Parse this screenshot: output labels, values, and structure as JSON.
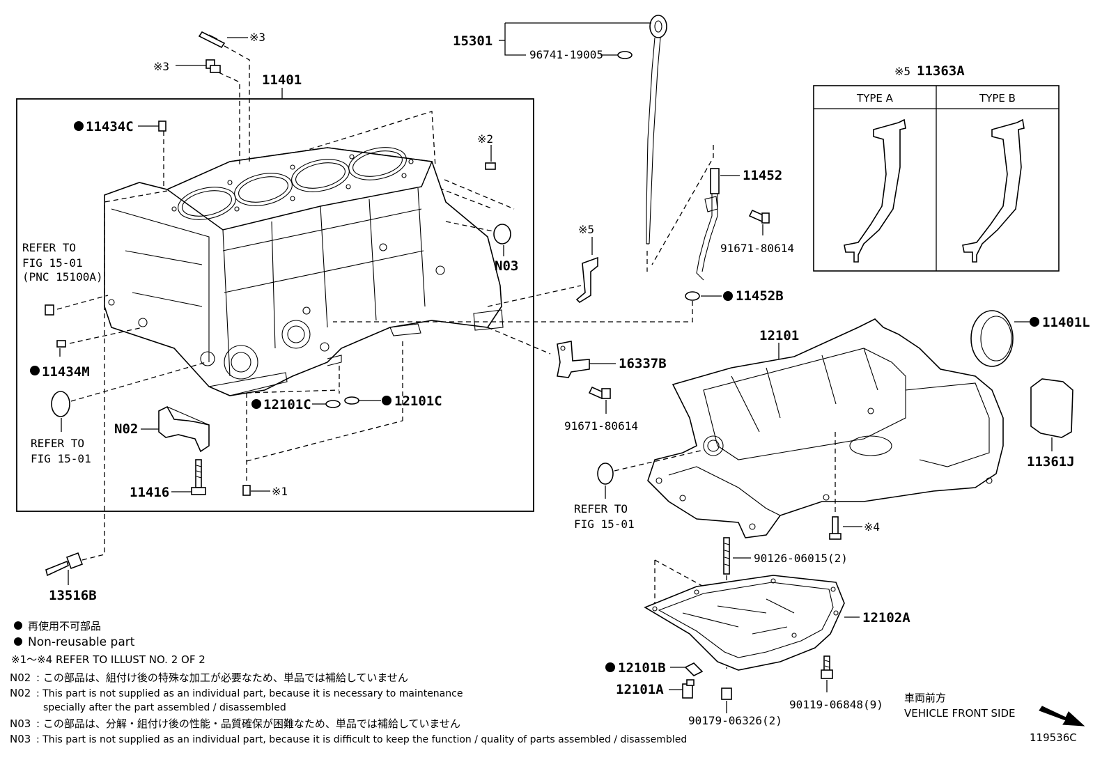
{
  "illustration_id": "119536C",
  "main_assembly": {
    "number": "11401"
  },
  "parts": {
    "p11434c": "11434C",
    "p11434m": "11434M",
    "n03": "N03",
    "n02": "N02",
    "p11416": "11416",
    "p12101c_a": "12101C",
    "p12101c_b": "12101C",
    "p13516b": "13516B",
    "p15301": "15301",
    "p96741": "96741-19005",
    "p11452": "11452",
    "p91671_a": "91671-80614",
    "p11452b": "11452B",
    "p16337b": "16337B",
    "p91671_b": "91671-80614",
    "p11363a": "11363A",
    "p11401l": "11401L",
    "p12101": "12101",
    "p11361j": "11361J",
    "p90126": "90126-06015(2)",
    "p12102a": "12102A",
    "p12101b": "12101B",
    "p12101a": "12101A",
    "p90179": "90179-06326(2)",
    "p90119": "90119-06848(9)"
  },
  "marks": {
    "m1": "※1",
    "m2": "※2",
    "m3a": "※3",
    "m3b": "※3",
    "m4": "※4",
    "m5": "※5",
    "m5b": "※5"
  },
  "references": {
    "ref_a_line1": "REFER TO",
    "ref_a_line2": "FIG 15-01",
    "ref_a_line3": "(PNC 15100A)",
    "ref_b_line1": "REFER TO",
    "ref_b_line2": "FIG 15-01",
    "ref_c_line1": "REFER TO",
    "ref_c_line2": "FIG 15-01"
  },
  "type_box": {
    "type_a": "TYPE A",
    "type_b": "TYPE B"
  },
  "direction": {
    "jp": "車両前方",
    "en": "VEHICLE FRONT SIDE"
  },
  "legend": {
    "nonreusable_jp": "再使用不可部品",
    "nonreusable_en": "Non-reusable part",
    "refer_illust": "※1～※4  REFER TO ILLUST NO. 2 OF 2",
    "n02_label_1": "N02",
    "n02_jp": ": この部品は、組付け後の特殊な加工が必要なため、単品では補給していません",
    "n02_label_2": "N02",
    "n02_en_1": ": This part is not supplied as an individual part, because it is necessary to maintenance",
    "n02_en_2": "specially after the part assembled / disassembled",
    "n03_label_1": "N03",
    "n03_jp": ": この部品は、分解・組付け後の性能・品質確保が困難なため、単品では補給していません",
    "n03_label_2": "N03",
    "n03_en": ": This part is not supplied as an individual part, because it is difficult to keep the function / quality of parts  assembled / disassembled"
  }
}
